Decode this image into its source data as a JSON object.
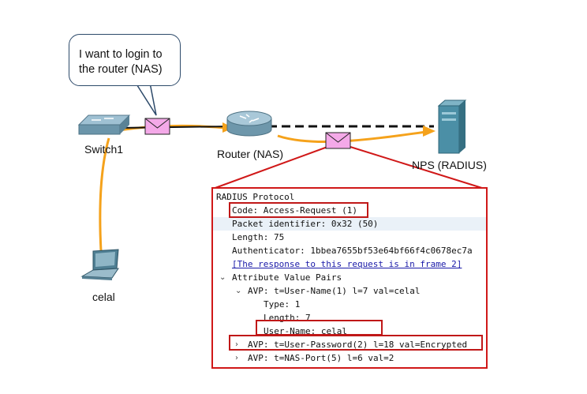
{
  "speech_bubble": {
    "line1": "I want to login to",
    "line2": "the router (NAS)"
  },
  "devices": {
    "switch_label": "Switch1",
    "router_label": "Router (NAS)",
    "server_label": "NPS (RADIUS)",
    "pc_label": "celal"
  },
  "details": {
    "root": "RADIUS Protocol",
    "code": "Code: Access-Request (1)",
    "packet_id": "Packet identifier: 0x32 (50)",
    "length": "Length: 75",
    "authenticator": "Authenticator: 1bbea7655bf53e64bf66f4c0678ec7a",
    "response_link": "[The response to this request is in frame 2]",
    "avp_header": "Attribute Value Pairs",
    "avp_user_name": "AVP: t=User-Name(1) l=7 val=celal",
    "type": "Type: 1",
    "avp_length": "Length: 7",
    "user_name": "User-Name: celal",
    "avp_password": "AVP: t=User-Password(2) l=18 val=Encrypted",
    "avp_nas_port": "AVP: t=NAS-Port(5) l=6 val=2"
  },
  "colors": {
    "cable": "#f5a21b",
    "highlight": "#d01818",
    "envelope": "#f4a9e8",
    "server": "#4b8fa6"
  },
  "icons": [
    "switch-icon",
    "router-icon",
    "server-icon",
    "laptop-icon",
    "envelope-icon"
  ]
}
